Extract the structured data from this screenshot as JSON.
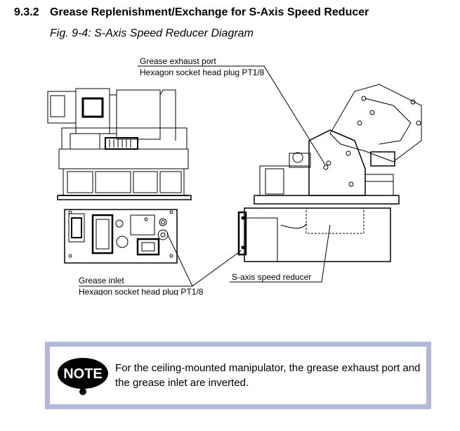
{
  "section": {
    "number": "9.3.2",
    "title": "Grease Replenishment/Exchange for S-Axis Speed Reducer"
  },
  "figure": {
    "caption": "Fig. 9-4: S-Axis Speed Reducer Diagram",
    "labels": {
      "exhaust_line1": "Grease exhaust port",
      "exhaust_line2": "Hexagon socket head plug PT1/8",
      "inlet_line1": "Grease inlet",
      "inlet_line2": "Hexagon socket head plug PT1/8",
      "reducer": "S-axis speed reducer"
    }
  },
  "note": {
    "icon": "note-icon",
    "icon_text": "NOTE",
    "text": "For the ceiling-mounted manipulator, the grease exhaust port and the grease inlet are inverted.",
    "frame_color": "#b3b8db"
  }
}
